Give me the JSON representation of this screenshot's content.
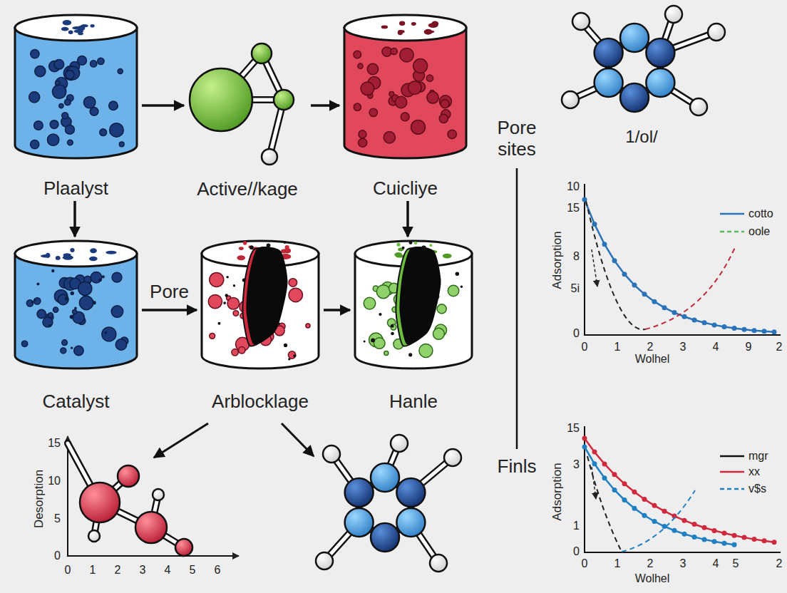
{
  "diagram": {
    "nodes": [
      {
        "text": [
          "Plaalyst"
        ]
      },
      {
        "text": [
          "Active//kage"
        ]
      },
      {
        "text": [
          "Cuicliye"
        ]
      },
      {
        "text": [
          "Catalyst"
        ]
      },
      {
        "text": [
          "Arblocklage"
        ]
      },
      {
        "text": [
          "Hanle"
        ]
      }
    ],
    "edges": [
      {
        "from": 0,
        "to": 1,
        "arrow": "to"
      },
      {
        "from": 1,
        "to": 2,
        "arrow": "to"
      },
      {
        "from": 0,
        "to": 3,
        "arrow": "to"
      },
      {
        "from": 3,
        "to": 4,
        "label": "Pore",
        "arrow": "to"
      },
      {
        "from": 4,
        "to": 5,
        "arrow": "to"
      },
      {
        "from": 2,
        "to": 5,
        "arrow": "to"
      }
    ],
    "labels": [
      "Pore sites",
      "Finls",
      "1/ol/",
      "Adsorption",
      "10",
      "15",
      "8",
      "5i",
      "0",
      "0",
      "1",
      "2",
      "3",
      "4",
      "9",
      "2",
      "Wolhel",
      "Adsorption",
      "15",
      "3",
      "1",
      "0",
      "0",
      "1",
      "2",
      "3",
      "4",
      "5",
      "2",
      "Wolhel",
      "Desorption",
      "15",
      "10",
      "5",
      "0",
      "0",
      "1",
      "2",
      "3",
      "4",
      "5",
      "6"
    ],
    "legend": [
      {
        "text": "cotto"
      },
      {
        "text": "oole"
      },
      {
        "text": "mgr"
      },
      {
        "text": "xx"
      },
      {
        "text": "v$s"
      }
    ]
  }
}
